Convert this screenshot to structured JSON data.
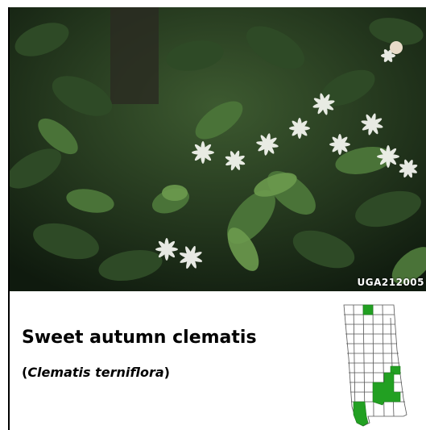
{
  "photo": {
    "credit": "UGA212005"
  },
  "plant": {
    "common_name": "Sweet autumn clematis",
    "open_paren": "(",
    "scientific_name": "Clematis terniflora",
    "close_paren": ")"
  },
  "map": {
    "highlight_color": "#22a022",
    "county_line_color": "#555555"
  }
}
